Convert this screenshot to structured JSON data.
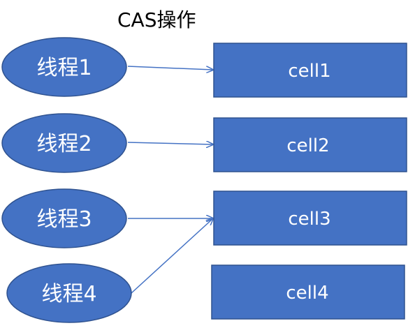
{
  "title": "CAS操作",
  "colors": {
    "shape_fill": "#4472C4",
    "shape_stroke": "#2F528F",
    "arrow": "#4472C4",
    "label_text": "#FFFFFF"
  },
  "threads": [
    {
      "label": "线程1",
      "target": "cell1"
    },
    {
      "label": "线程2",
      "target": "cell2"
    },
    {
      "label": "线程3",
      "target": "cell3"
    },
    {
      "label": "线程4",
      "target": "cell3"
    }
  ],
  "cells": [
    {
      "label": "cell1"
    },
    {
      "label": "cell2"
    },
    {
      "label": "cell3"
    },
    {
      "label": "cell4"
    }
  ]
}
